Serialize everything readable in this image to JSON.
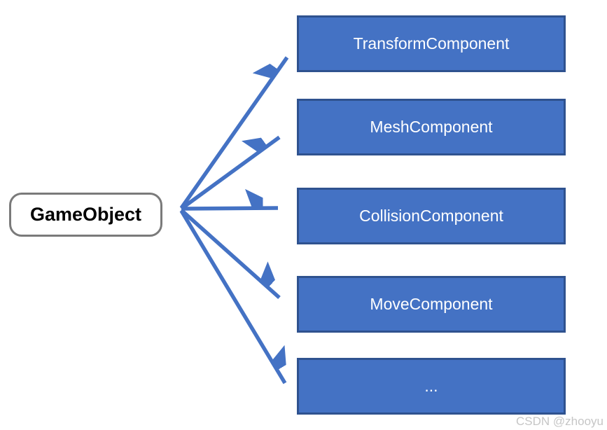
{
  "diagram": {
    "root": {
      "label": "GameObject"
    },
    "components": [
      {
        "label": "TransformComponent"
      },
      {
        "label": "MeshComponent"
      },
      {
        "label": "CollisionComponent"
      },
      {
        "label": "MoveComponent"
      },
      {
        "label": "..."
      }
    ],
    "edges": [
      {
        "from": "GameObject",
        "to": "TransformComponent"
      },
      {
        "from": "GameObject",
        "to": "MeshComponent"
      },
      {
        "from": "GameObject",
        "to": "CollisionComponent"
      },
      {
        "from": "GameObject",
        "to": "MoveComponent"
      },
      {
        "from": "GameObject",
        "to": "..."
      }
    ],
    "colors": {
      "box_fill": "#4472C4",
      "box_border": "#2F528F",
      "box_text": "#FFFFFF",
      "arrow": "#4472C4",
      "root_fill": "#FFFFFF",
      "root_border": "#7A7A7A",
      "root_text": "#000000"
    }
  },
  "watermark": {
    "text": "CSDN @zhooyu",
    "color": "#C6C6C6"
  }
}
